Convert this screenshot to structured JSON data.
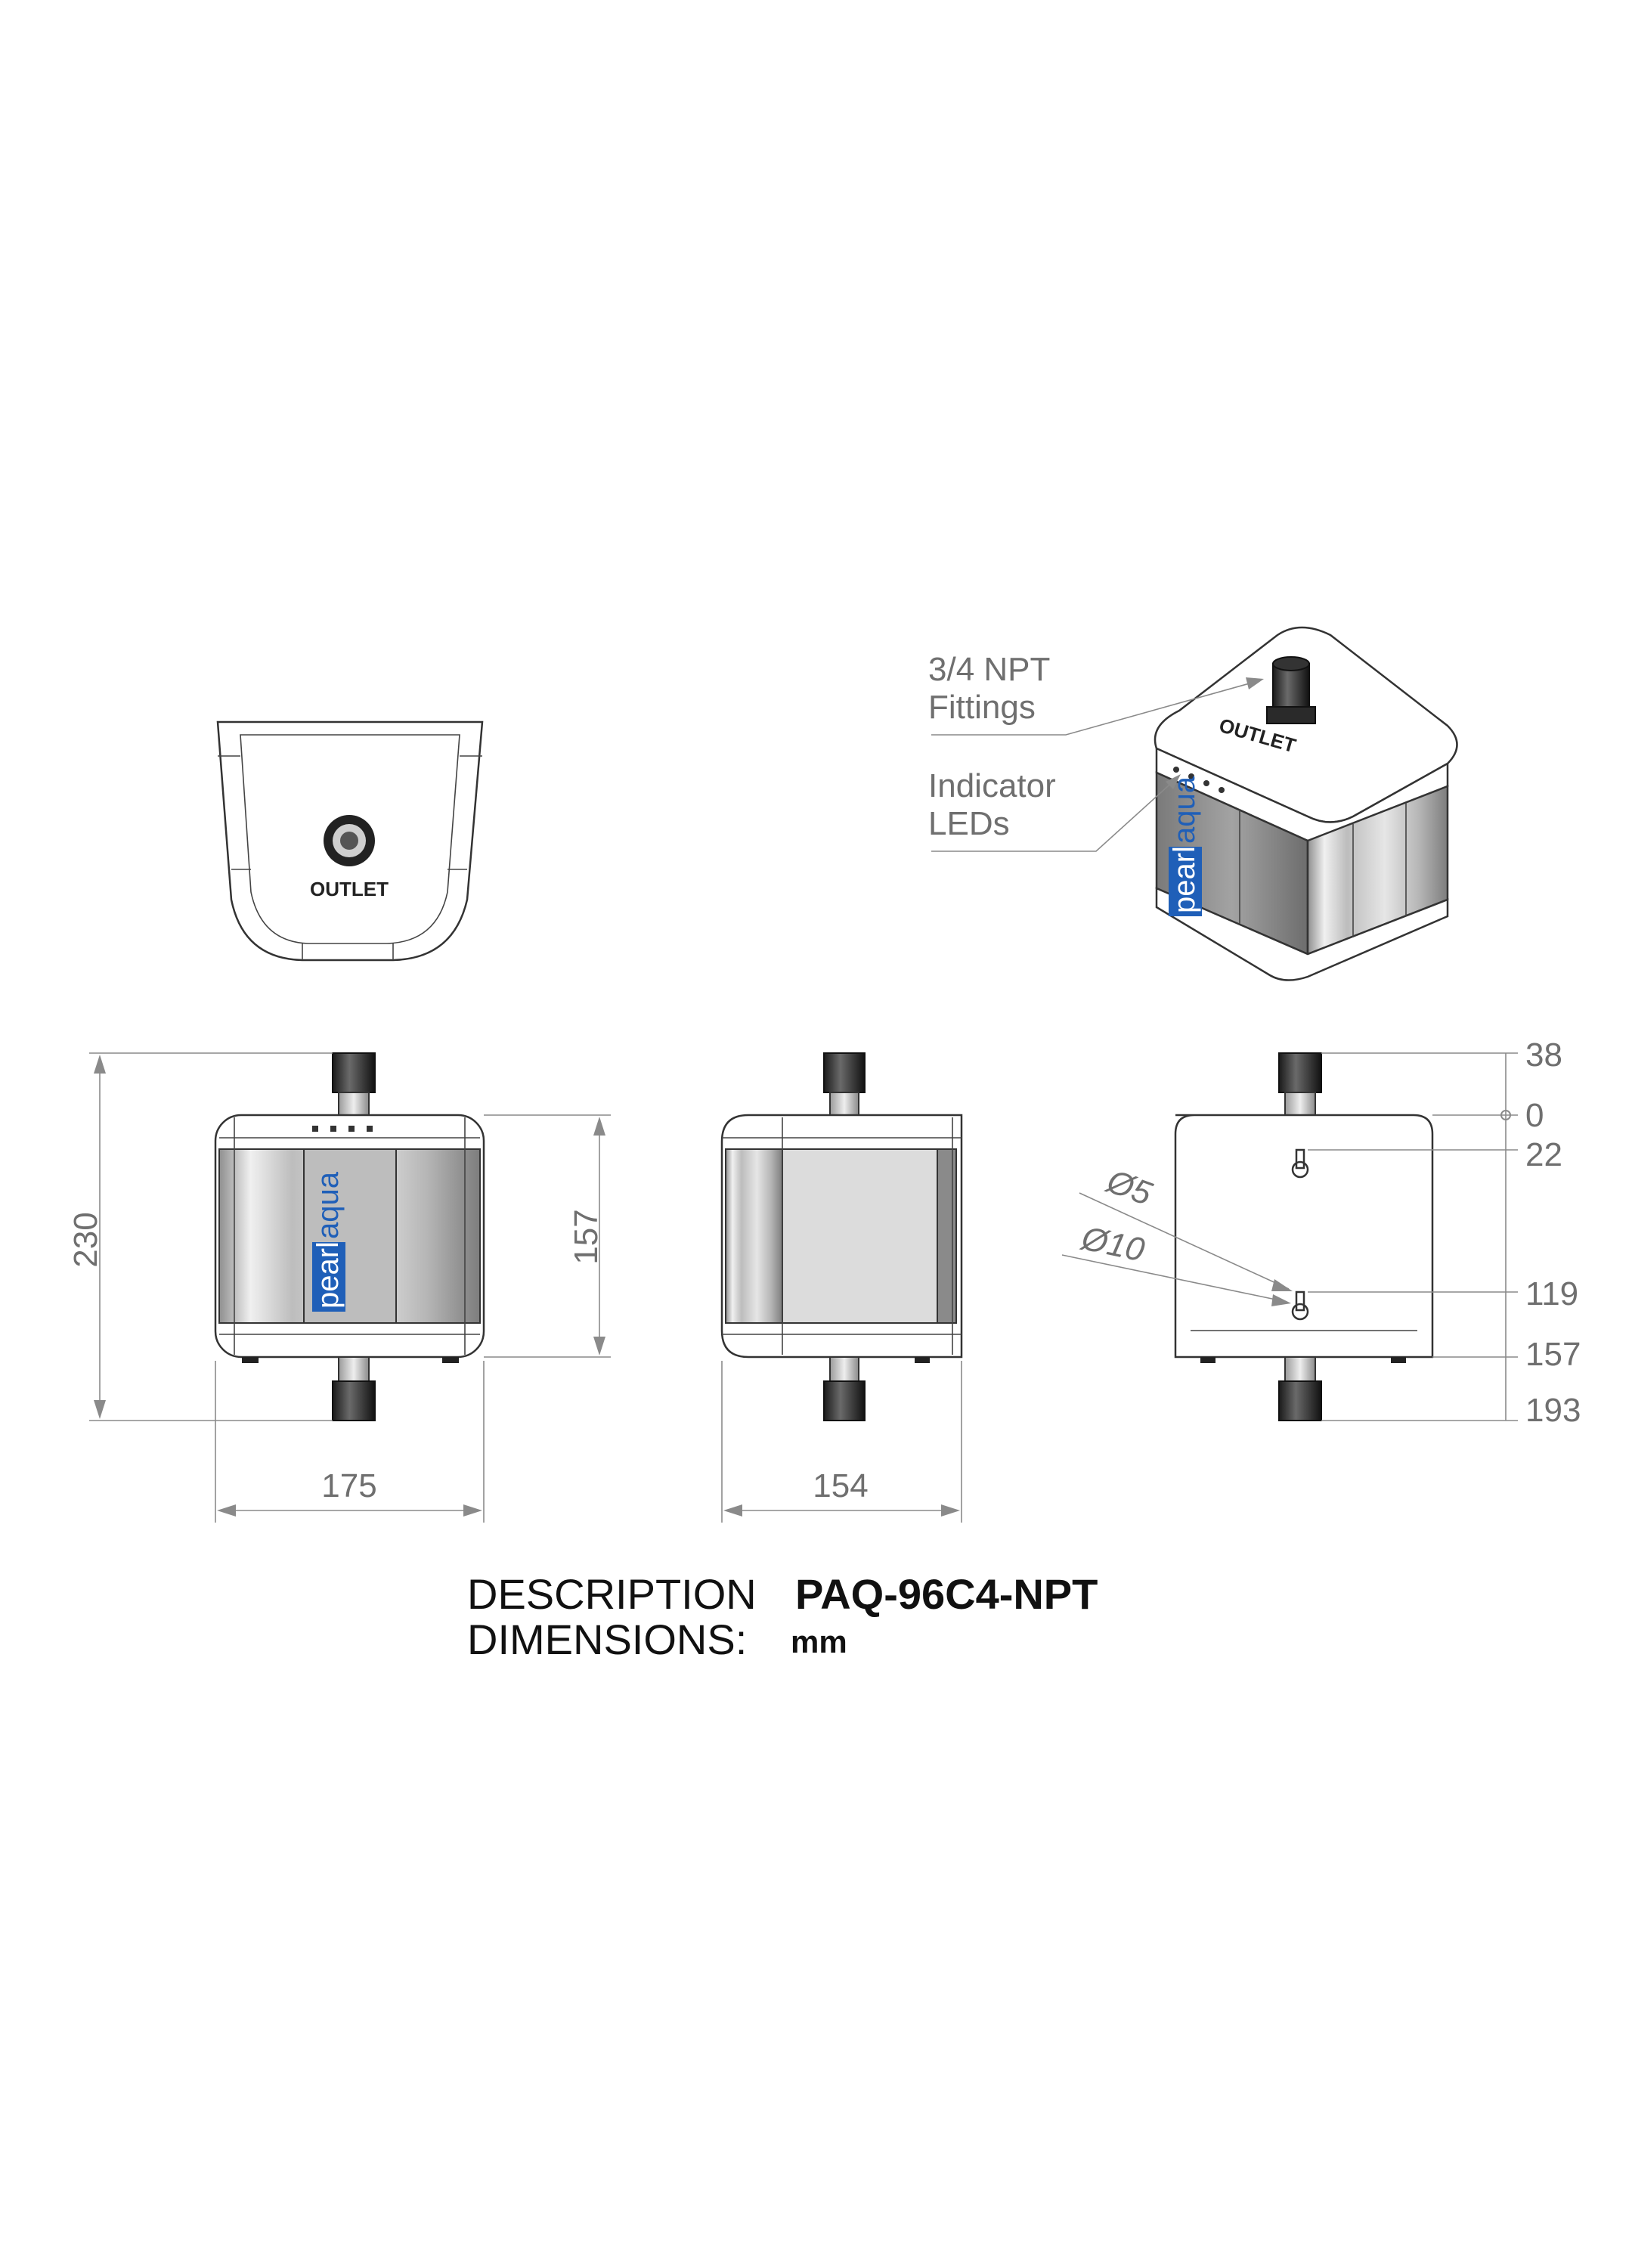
{
  "callouts": {
    "fittings": [
      "3/4 NPT",
      "Fittings"
    ],
    "leds": [
      "Indicator",
      "LEDs"
    ]
  },
  "views": {
    "top": {
      "outlet_label": "OUTLET"
    },
    "iso": {
      "outlet_label": "OUTLET",
      "brand_left": "pearl",
      "brand_right": "aqua"
    },
    "front": {
      "brand_left": "pearl",
      "brand_right": "aqua"
    }
  },
  "dimensions": {
    "front_height": "230",
    "front_body_height": "157",
    "front_width": "175",
    "side_width": "154",
    "rear_38": "38",
    "rear_0": "0",
    "rear_22": "22",
    "rear_119": "119",
    "rear_157": "157",
    "rear_193": "193",
    "hole_small": "Ø5",
    "hole_large": "Ø10"
  },
  "title_block": {
    "description_label": "DESCRIPTION",
    "description_value": "PAQ-96C4-NPT",
    "dimensions_label": "DIMENSIONS:",
    "dimensions_value": "mm"
  },
  "colors": {
    "brand_blue": "#1f5fb8",
    "steel_light": "#d9d9d9",
    "steel_dark": "#8c8c8c"
  }
}
